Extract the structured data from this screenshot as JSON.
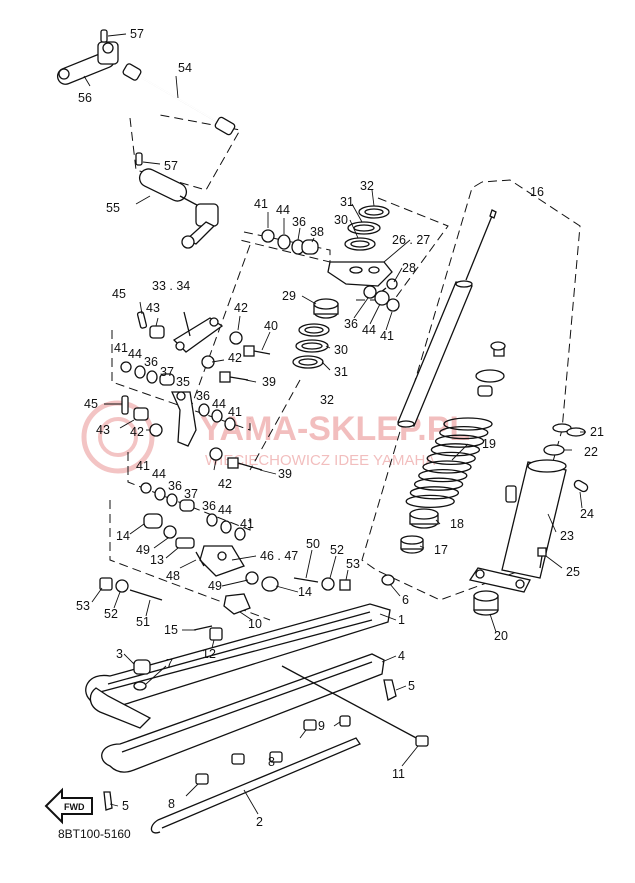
{
  "diagram_code": "8BT100-5160",
  "watermark": {
    "main": "YAMA-SKLEP.PL",
    "sub": "WIECIECHOWICZ IDEE YAMAHA"
  },
  "fwd_label": "FWD",
  "callouts": [
    {
      "id": "c57a",
      "text": "57"
    },
    {
      "id": "c56",
      "text": "56"
    },
    {
      "id": "c54",
      "text": "54"
    },
    {
      "id": "c57b",
      "text": "57"
    },
    {
      "id": "c55",
      "text": "55"
    },
    {
      "id": "c41a",
      "text": "41"
    },
    {
      "id": "c44a",
      "text": "44"
    },
    {
      "id": "c36a",
      "text": "36"
    },
    {
      "id": "c38",
      "text": "38"
    },
    {
      "id": "c32a",
      "text": "32"
    },
    {
      "id": "c31a",
      "text": "31"
    },
    {
      "id": "c30a",
      "text": "30"
    },
    {
      "id": "c2627",
      "text": "26 . 27"
    },
    {
      "id": "c16",
      "text": "16"
    },
    {
      "id": "c28",
      "text": "28"
    },
    {
      "id": "c29",
      "text": "29"
    },
    {
      "id": "c36b",
      "text": "36"
    },
    {
      "id": "c44b",
      "text": "44"
    },
    {
      "id": "c41b",
      "text": "41"
    },
    {
      "id": "c30b",
      "text": "30"
    },
    {
      "id": "c31b",
      "text": "31"
    },
    {
      "id": "c32b",
      "text": "32"
    },
    {
      "id": "c3334",
      "text": "33 . 34"
    },
    {
      "id": "c45a",
      "text": "45"
    },
    {
      "id": "c43a",
      "text": "43"
    },
    {
      "id": "c42a",
      "text": "42"
    },
    {
      "id": "c40",
      "text": "40"
    },
    {
      "id": "c42b",
      "text": "42"
    },
    {
      "id": "c41c",
      "text": "41"
    },
    {
      "id": "c44c",
      "text": "44"
    },
    {
      "id": "c36c",
      "text": "36"
    },
    {
      "id": "c37a",
      "text": "37"
    },
    {
      "id": "c35",
      "text": "35"
    },
    {
      "id": "c39a",
      "text": "39"
    },
    {
      "id": "c45b",
      "text": "45"
    },
    {
      "id": "c36d",
      "text": "36"
    },
    {
      "id": "c44d",
      "text": "44"
    },
    {
      "id": "c41d",
      "text": "41"
    },
    {
      "id": "c43b",
      "text": "43"
    },
    {
      "id": "c42c",
      "text": "42"
    },
    {
      "id": "c39b",
      "text": "39"
    },
    {
      "id": "c42d",
      "text": "42"
    },
    {
      "id": "c41e",
      "text": "41"
    },
    {
      "id": "c44e",
      "text": "44"
    },
    {
      "id": "c36e",
      "text": "36"
    },
    {
      "id": "c37b",
      "text": "37"
    },
    {
      "id": "c36f",
      "text": "36"
    },
    {
      "id": "c44f",
      "text": "44"
    },
    {
      "id": "c41f",
      "text": "41"
    },
    {
      "id": "c14a",
      "text": "14"
    },
    {
      "id": "c49a",
      "text": "49"
    },
    {
      "id": "c13",
      "text": "13"
    },
    {
      "id": "c4647",
      "text": "46 . 47"
    },
    {
      "id": "c50",
      "text": "50"
    },
    {
      "id": "c52a",
      "text": "52"
    },
    {
      "id": "c48",
      "text": "48"
    },
    {
      "id": "c53a",
      "text": "53"
    },
    {
      "id": "c49b",
      "text": "49"
    },
    {
      "id": "c14b",
      "text": "14"
    },
    {
      "id": "c53b",
      "text": "53"
    },
    {
      "id": "c52b",
      "text": "52"
    },
    {
      "id": "c51",
      "text": "51"
    },
    {
      "id": "c15",
      "text": "15"
    },
    {
      "id": "c10",
      "text": "10"
    },
    {
      "id": "c12",
      "text": "12"
    },
    {
      "id": "c3",
      "text": "3"
    },
    {
      "id": "c7",
      "text": "7"
    },
    {
      "id": "c1",
      "text": "1"
    },
    {
      "id": "c4",
      "text": "4"
    },
    {
      "id": "c5a",
      "text": "5"
    },
    {
      "id": "c6",
      "text": "6"
    },
    {
      "id": "c9",
      "text": "9"
    },
    {
      "id": "c8a",
      "text": "8"
    },
    {
      "id": "c11",
      "text": "11"
    },
    {
      "id": "c8b",
      "text": "8"
    },
    {
      "id": "c5b",
      "text": "5"
    },
    {
      "id": "c2",
      "text": "2"
    },
    {
      "id": "c19",
      "text": "19"
    },
    {
      "id": "c18",
      "text": "18"
    },
    {
      "id": "c17",
      "text": "17"
    },
    {
      "id": "c21",
      "text": "21"
    },
    {
      "id": "c22",
      "text": "22"
    },
    {
      "id": "c24",
      "text": "24"
    },
    {
      "id": "c23",
      "text": "23"
    },
    {
      "id": "c25",
      "text": "25"
    },
    {
      "id": "c20",
      "text": "20"
    }
  ]
}
